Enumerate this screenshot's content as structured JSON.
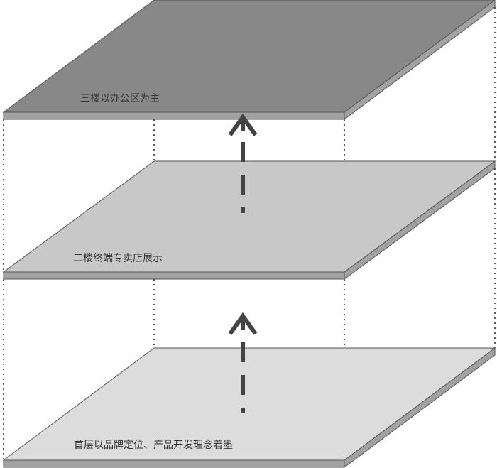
{
  "floors": [
    {
      "label": "三楼以办公区为主",
      "color": "#888888"
    },
    {
      "label": "二楼终端专卖店展示",
      "color": "#c8c8c8"
    },
    {
      "label": "首层以品牌定位、产品开发理念着墨",
      "color": "#dcdcdc"
    }
  ],
  "edge_color": "#a2a2a2",
  "arrow_color": "#444444"
}
